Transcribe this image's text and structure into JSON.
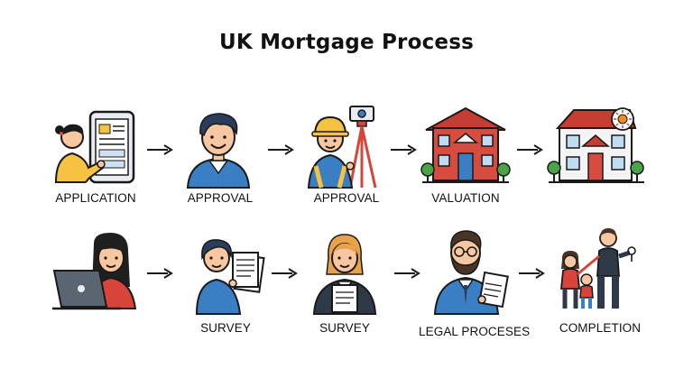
{
  "title": "UK Mortgage Process",
  "steps": [
    {
      "label": "APPLICATION",
      "icon": "person-tablet-icon"
    },
    {
      "label": "APPROVAL",
      "icon": "smiling-man-icon"
    },
    {
      "label": "APPROVAL",
      "icon": "surveyor-tripod-icon"
    },
    {
      "label": "VALUATION",
      "icon": "red-house-icon"
    },
    {
      "label": "",
      "icon": "house-with-sun-icon"
    },
    {
      "label": "",
      "icon": "woman-laptop-icon"
    },
    {
      "label": "SURVEY",
      "icon": "woman-documents-icon"
    },
    {
      "label": "SURVEY",
      "icon": "woman-clipboard-icon"
    },
    {
      "label": "LEGAL PROCESES",
      "icon": "bearded-man-document-icon"
    },
    {
      "label": "COMPLETION",
      "icon": "family-keys-icon"
    }
  ],
  "colors": {
    "outline": "#1a1a1a",
    "skin": "#f6c7a1",
    "yellow": "#f5c242",
    "blue": "#3a7fc4",
    "red": "#d9443a",
    "brick": "#d84b3f",
    "roof": "#c63d34",
    "green": "#49a547",
    "orange": "#f08a24",
    "grey": "#5a6572"
  }
}
